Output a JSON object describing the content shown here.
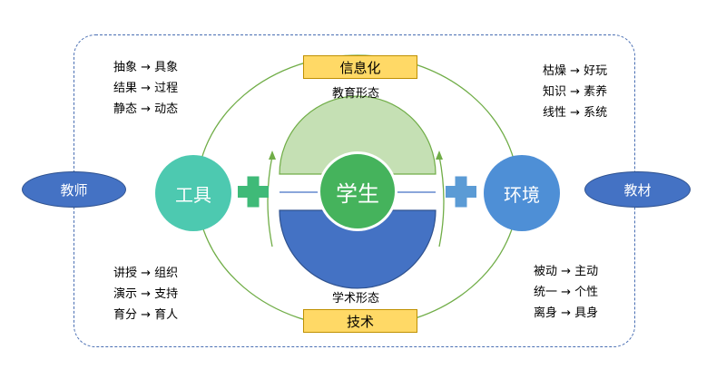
{
  "nodes": {
    "teacher": "教师",
    "material": "教材",
    "tool": "工具",
    "environment": "环境",
    "student": "学生"
  },
  "labels": {
    "info": "信息化",
    "tech": "技术",
    "edu_form": "教育形态",
    "learn_form": "学术形态"
  },
  "top_left": [
    "抽象 → 具象",
    "结果 → 过程",
    "静态 → 动态"
  ],
  "top_right": [
    "枯燥  → 好玩",
    "知识 → 素养",
    "线性 → 系统"
  ],
  "bottom_left": [
    "讲授 → 组织",
    "演示 → 支持",
    "育分 → 育人"
  ],
  "bottom_right": [
    "被动 → 主动",
    "统一 → 个性",
    "离身 → 具身"
  ],
  "colors": {
    "frame": "#4a6fb3",
    "teal": "#4dc9b0",
    "blue": "#4e8fd6",
    "green_plus": "#3fba78",
    "blue_plus": "#5b9bd5",
    "upper_half": "#c5e0b4",
    "lower_half": "#4472c4",
    "student": "#45b35c",
    "label_fill": "#ffd966"
  }
}
